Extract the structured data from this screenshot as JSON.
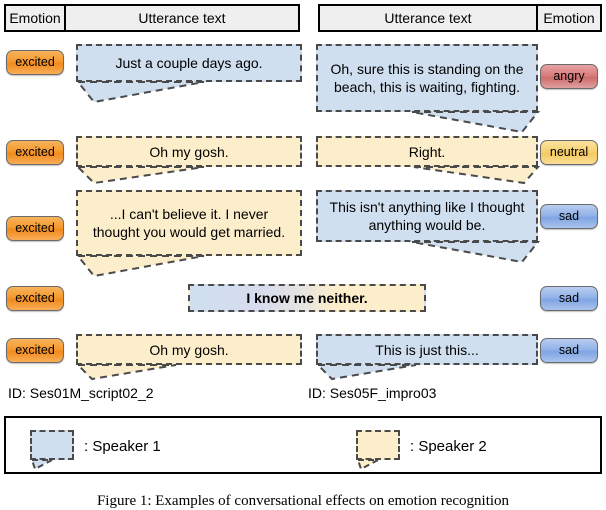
{
  "header": {
    "emotion_left": "Emotion",
    "utterance_left": "Utterance text",
    "utterance_right": "Utterance text",
    "emotion_right": "Emotion"
  },
  "colors": {
    "speaker1_fill": "#cfdff0",
    "speaker2_fill": "#fdeecb",
    "excited": "#f59a2e",
    "angry": "#d97d7d",
    "neutral": "#f7d171",
    "sad": "#93b3e8",
    "bubble_border": "#4a4a4a",
    "table_border": "#000000",
    "header_fill": "#efefef"
  },
  "conversations": [
    {
      "id_label": "ID: Ses01M_script02_2",
      "turns": [
        {
          "emotion": "excited",
          "emotion_class": "excited",
          "text": "Just a couple days ago.",
          "speaker": "Speaker 1",
          "speaker_class": "s1",
          "tail": "left"
        },
        {
          "emotion": "excited",
          "emotion_class": "excited",
          "text": "Oh my gosh.",
          "speaker": "Speaker 2",
          "speaker_class": "s2",
          "tail": "left"
        },
        {
          "emotion": "excited",
          "emotion_class": "excited",
          "text": "...I can't believe it. I never thought you would get married.",
          "speaker": "Speaker 2",
          "speaker_class": "s2",
          "tail": "left"
        },
        {
          "emotion": "excited",
          "emotion_class": "excited",
          "text": "",
          "speaker": "",
          "speaker_class": "",
          "tail": "none"
        },
        {
          "emotion": "excited",
          "emotion_class": "excited",
          "text": "Oh my gosh.",
          "speaker": "Speaker 2",
          "speaker_class": "s2",
          "tail": "left"
        }
      ]
    },
    {
      "id_label": "ID: Ses05F_impro03",
      "turns": [
        {
          "emotion": "angry",
          "emotion_class": "angry",
          "text": "Oh, sure this is standing on the beach, this is waiting, fighting.",
          "speaker": "Speaker 1",
          "speaker_class": "s1",
          "tail": "right"
        },
        {
          "emotion": "neutral",
          "emotion_class": "neutral",
          "text": "Right.",
          "speaker": "Speaker 2",
          "speaker_class": "s2",
          "tail": "right"
        },
        {
          "emotion": "sad",
          "emotion_class": "sad",
          "text": "This isn't anything like I thought anything would be.",
          "speaker": "Speaker 1",
          "speaker_class": "s1",
          "tail": "right"
        },
        {
          "emotion": "sad",
          "emotion_class": "sad",
          "text": "",
          "speaker": "",
          "speaker_class": "",
          "tail": "none"
        },
        {
          "emotion": "sad",
          "emotion_class": "sad",
          "text": "This is just this...",
          "speaker": "Speaker 1",
          "speaker_class": "s1",
          "tail": "left"
        }
      ]
    }
  ],
  "shared_turn": {
    "text": "I know me neither.",
    "note": "centered utterance spanning both columns, blended speaker colors"
  },
  "legend": {
    "speaker1": ": Speaker 1",
    "speaker2": ": Speaker 2"
  },
  "caption": "Figure 1:  Examples of conversational effects on emotion recognition"
}
